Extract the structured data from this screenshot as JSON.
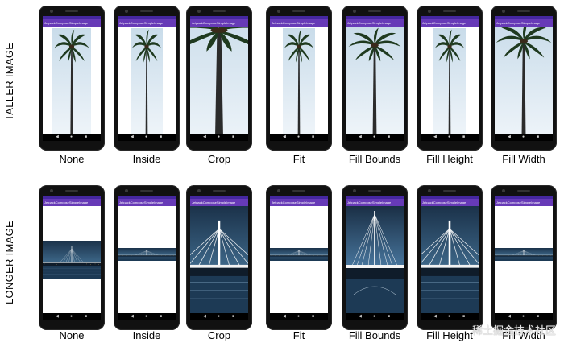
{
  "row_labels": {
    "taller": "TALLER IMAGE",
    "longer": "LONGER IMAGE"
  },
  "app_title": "JetpackComposeSimpleImage",
  "nav_icons": [
    "◀",
    "●",
    "■"
  ],
  "captions": [
    "None",
    "Inside",
    "Crop",
    "Fit",
    "Fill Bounds",
    "Fill Height",
    "Fill Width"
  ],
  "image_icons": {
    "taller": "palm-tree-image",
    "longer": "bridge-night-image"
  },
  "watermark": "稀土掘金技术社区",
  "colors": {
    "status_bar": "#4527a0",
    "app_bar": "#673ab7",
    "phone_body": "#111111",
    "sky": "#d9e8f3",
    "night_sky": "#24435c",
    "bridge_lights": "#ffffff"
  }
}
